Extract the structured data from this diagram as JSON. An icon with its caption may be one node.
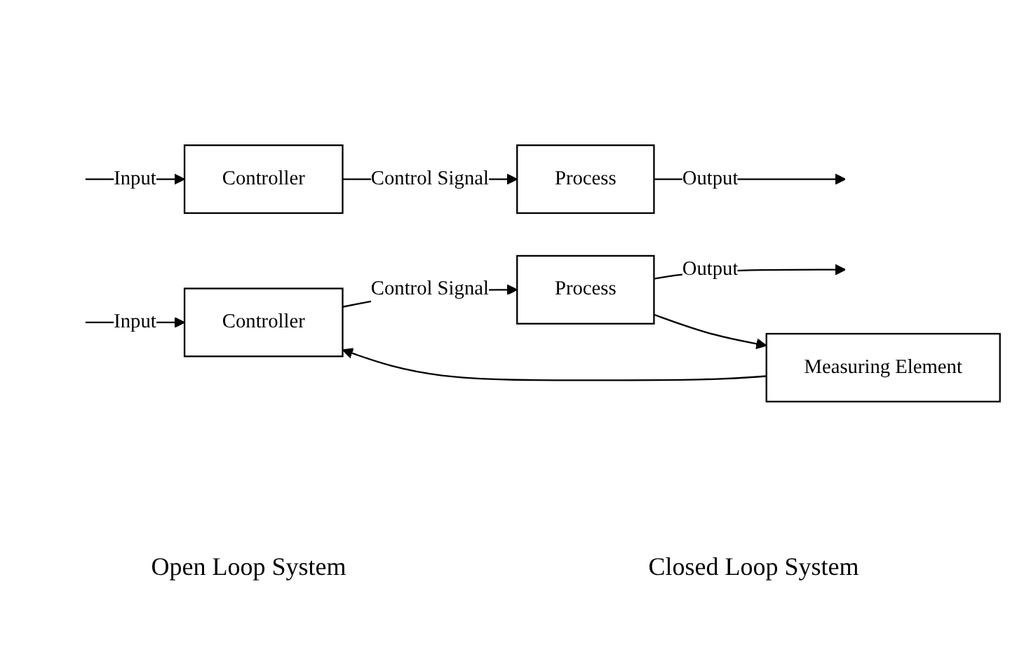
{
  "diagram": {
    "nodes": [
      {
        "text": [
          "Controller"
        ]
      },
      {
        "text": [
          "Process"
        ]
      },
      {
        "text": [
          "Controller"
        ]
      },
      {
        "text": [
          "Process"
        ]
      },
      {
        "text": [
          "Measuring Element"
        ]
      }
    ],
    "edges": [
      {
        "from": null,
        "to": 0,
        "label": "Input",
        "arrow": "to"
      },
      {
        "from": 0,
        "to": 1,
        "label": "Control Signal",
        "arrow": "to"
      },
      {
        "from": 1,
        "to": null,
        "label": "Output",
        "arrow": "to"
      },
      {
        "from": null,
        "to": 2,
        "label": "Input",
        "arrow": "to"
      },
      {
        "from": 2,
        "to": 3,
        "label": "Control Signal",
        "arrow": "to"
      },
      {
        "from": 3,
        "to": null,
        "label": "Output",
        "arrow": "to"
      },
      {
        "from": 3,
        "to": 4,
        "arrow": "to"
      },
      {
        "from": 4,
        "to": 2,
        "arrow": "to"
      }
    ],
    "labels": [
      "Open Loop System",
      "Closed Loop System"
    ]
  }
}
